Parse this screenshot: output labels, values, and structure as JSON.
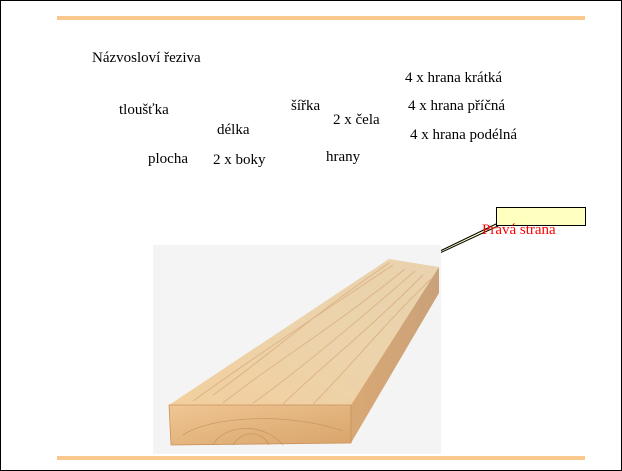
{
  "slide": {
    "title": "Názvosloví řeziva",
    "labels": {
      "tloustka": "tloušťka",
      "delka": "délka",
      "sirka": "šířka",
      "cela": "2 x čela",
      "plocha": "plocha",
      "boky": "2 x boky",
      "hrany": "hrany",
      "hrana_kratka": "4 x hrana krátká",
      "hrana_pricna": "4 x hrana příčná",
      "hrana_podelna": "4 x hrana podélná"
    },
    "callout": {
      "text": "Pravá strana",
      "color": "#ff0000",
      "box_color": "#ffffc0"
    },
    "accent_color": "#f8c88c",
    "image": "wooden-plank-photo"
  }
}
